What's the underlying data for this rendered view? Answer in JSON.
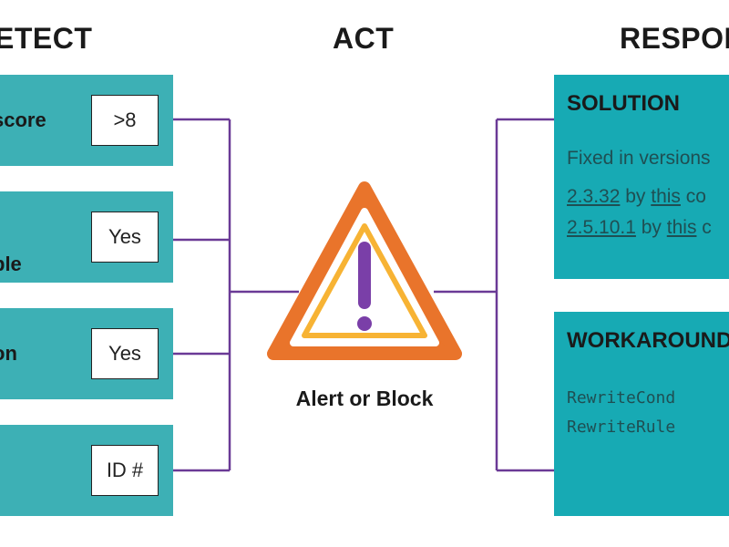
{
  "headings": {
    "detect": "ETECT",
    "act": "ACT",
    "respond": "RESPON"
  },
  "detect": {
    "rows": [
      {
        "label": "score",
        "value": ">8"
      },
      {
        "label": "ble",
        "value": "Yes"
      },
      {
        "label": "on",
        "value": "Yes"
      },
      {
        "label": "",
        "value": "ID #"
      }
    ]
  },
  "act": {
    "caption": "Alert or Block"
  },
  "respond": {
    "solution": {
      "title": "SOLUTION",
      "intro": "Fixed in versions",
      "line1": {
        "version": "2.3.32",
        "by": " by ",
        "link": "this",
        "rest": " co"
      },
      "line2": {
        "version": "2.5.10.1",
        "by": " by ",
        "link": "this",
        "rest": " c"
      }
    },
    "workaround": {
      "title": "WORKAROUND",
      "code": [
        "RewriteCond",
        "RewriteRule"
      ]
    }
  },
  "colors": {
    "teal_box": "#3db0b5",
    "teal_respond": "#17aab4",
    "connector": "#6a3a96",
    "warning_outer": "#e9742b",
    "warning_inner": "#f7b334",
    "exclamation": "#7a3fa8"
  },
  "icons": {
    "warning": "warning-triangle-icon"
  }
}
